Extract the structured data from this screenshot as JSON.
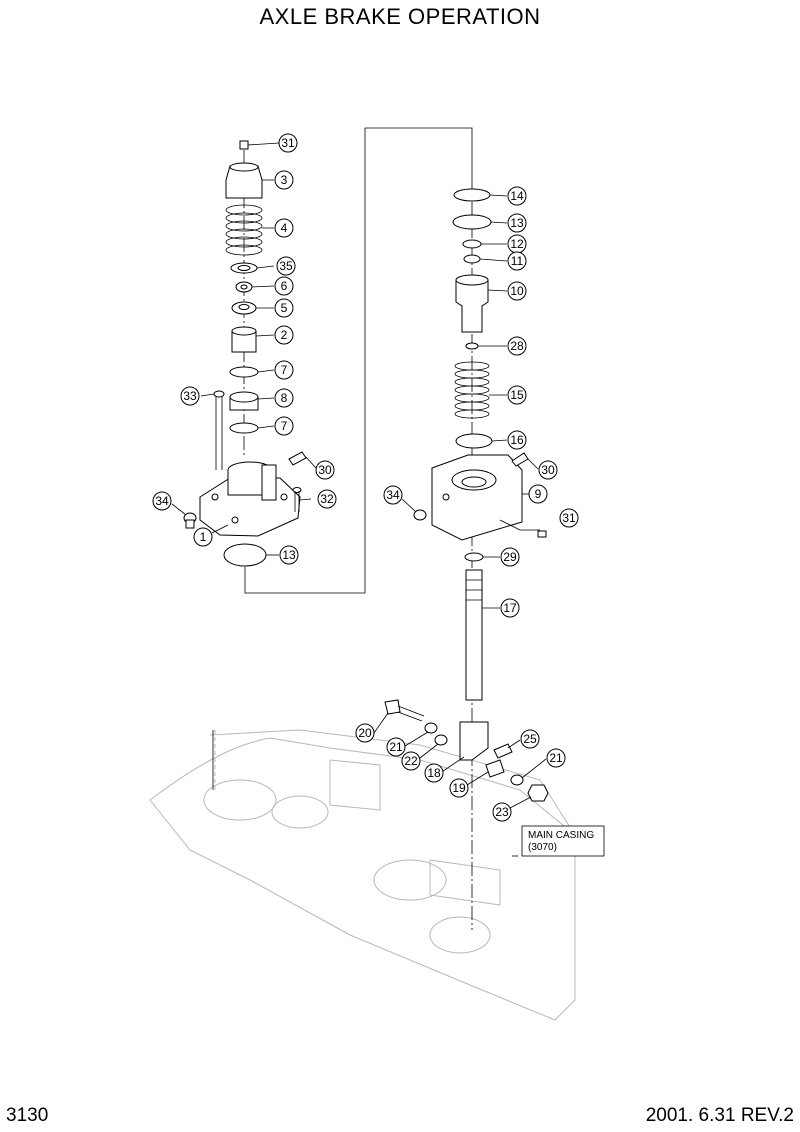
{
  "title": "AXLE BRAKE OPERATION",
  "page_number": "3130",
  "revision": "2001. 6.31 REV.2",
  "main_casing": {
    "line1": "MAIN CASING",
    "line2": "(3070)"
  },
  "callouts": [
    "31",
    "3",
    "4",
    "35",
    "6",
    "5",
    "2",
    "7",
    "33",
    "8",
    "7",
    "30",
    "34",
    "32",
    "1",
    "13",
    "14",
    "13",
    "12",
    "11",
    "10",
    "28",
    "15",
    "16",
    "30",
    "34",
    "9",
    "31",
    "29",
    "17",
    "20",
    "25",
    "21",
    "22",
    "18",
    "21",
    "19",
    "23"
  ]
}
